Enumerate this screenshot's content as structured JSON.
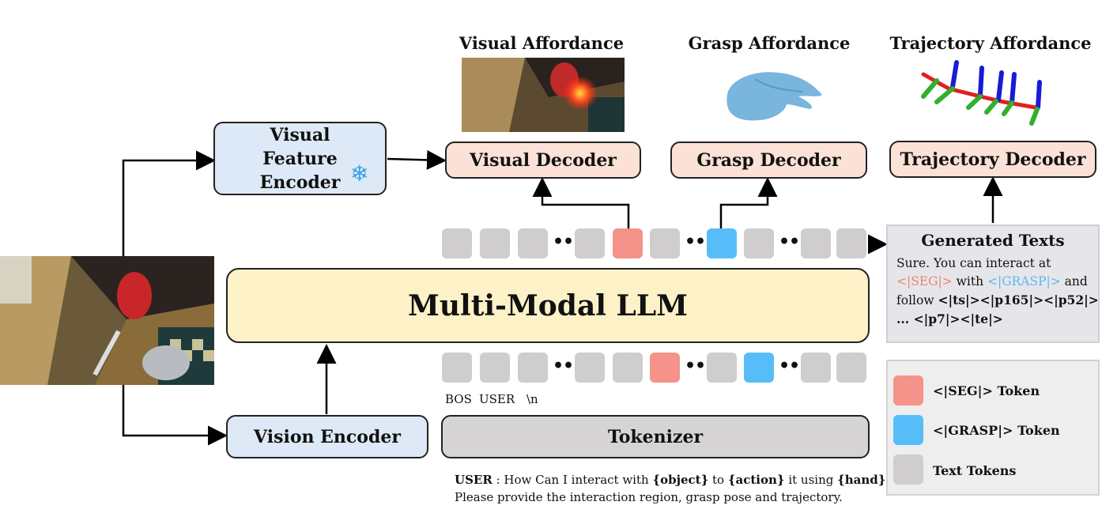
{
  "titles": {
    "visual_affordance": "Visual Affordance",
    "grasp_affordance": "Grasp Affordance",
    "trajectory_affordance": "Trajectory Affordance"
  },
  "boxes": {
    "visual_feature_encoder": "Visual Feature Encoder",
    "visual_decoder": "Visual Decoder",
    "grasp_decoder": "Grasp Decoder",
    "trajectory_decoder": "Trajectory Decoder",
    "llm": "Multi-Modal LLM",
    "vision_encoder": "Vision Encoder",
    "tokenizer": "Tokenizer"
  },
  "generated": {
    "title": "Generated Texts",
    "line1": "Sure. You can interact at",
    "seg": "<|SEG|>",
    "with": " with ",
    "grasp": "<|GRASP|>",
    "and": " and",
    "follow": "follow ",
    "follow_tokens": "<|ts|><|p165|><|p52|>",
    "line4": "... <|p7|><|te|>"
  },
  "input_labels": {
    "bos": "BOS",
    "user": "USER",
    "newline": "\\n"
  },
  "dots": "•••",
  "prompt": {
    "user": "USER",
    "sep": " : How Can I interact with ",
    "object": "{object}",
    "to": " to ",
    "action": "{action}",
    "it": " it using ",
    "hand": "{hand}",
    "q": "?",
    "line2": "Please provide the interaction region, grasp pose and trajectory."
  },
  "legend": {
    "seg": "<|SEG|> Token",
    "grasp": "<|GRASP|> Token",
    "text": "Text Tokens"
  },
  "colors": {
    "seg": "#f5928a",
    "grasp": "#57bdf8",
    "text_token": "#cfcdcd",
    "seg_text": "#f08070",
    "grasp_text": "#5ab8f0"
  }
}
